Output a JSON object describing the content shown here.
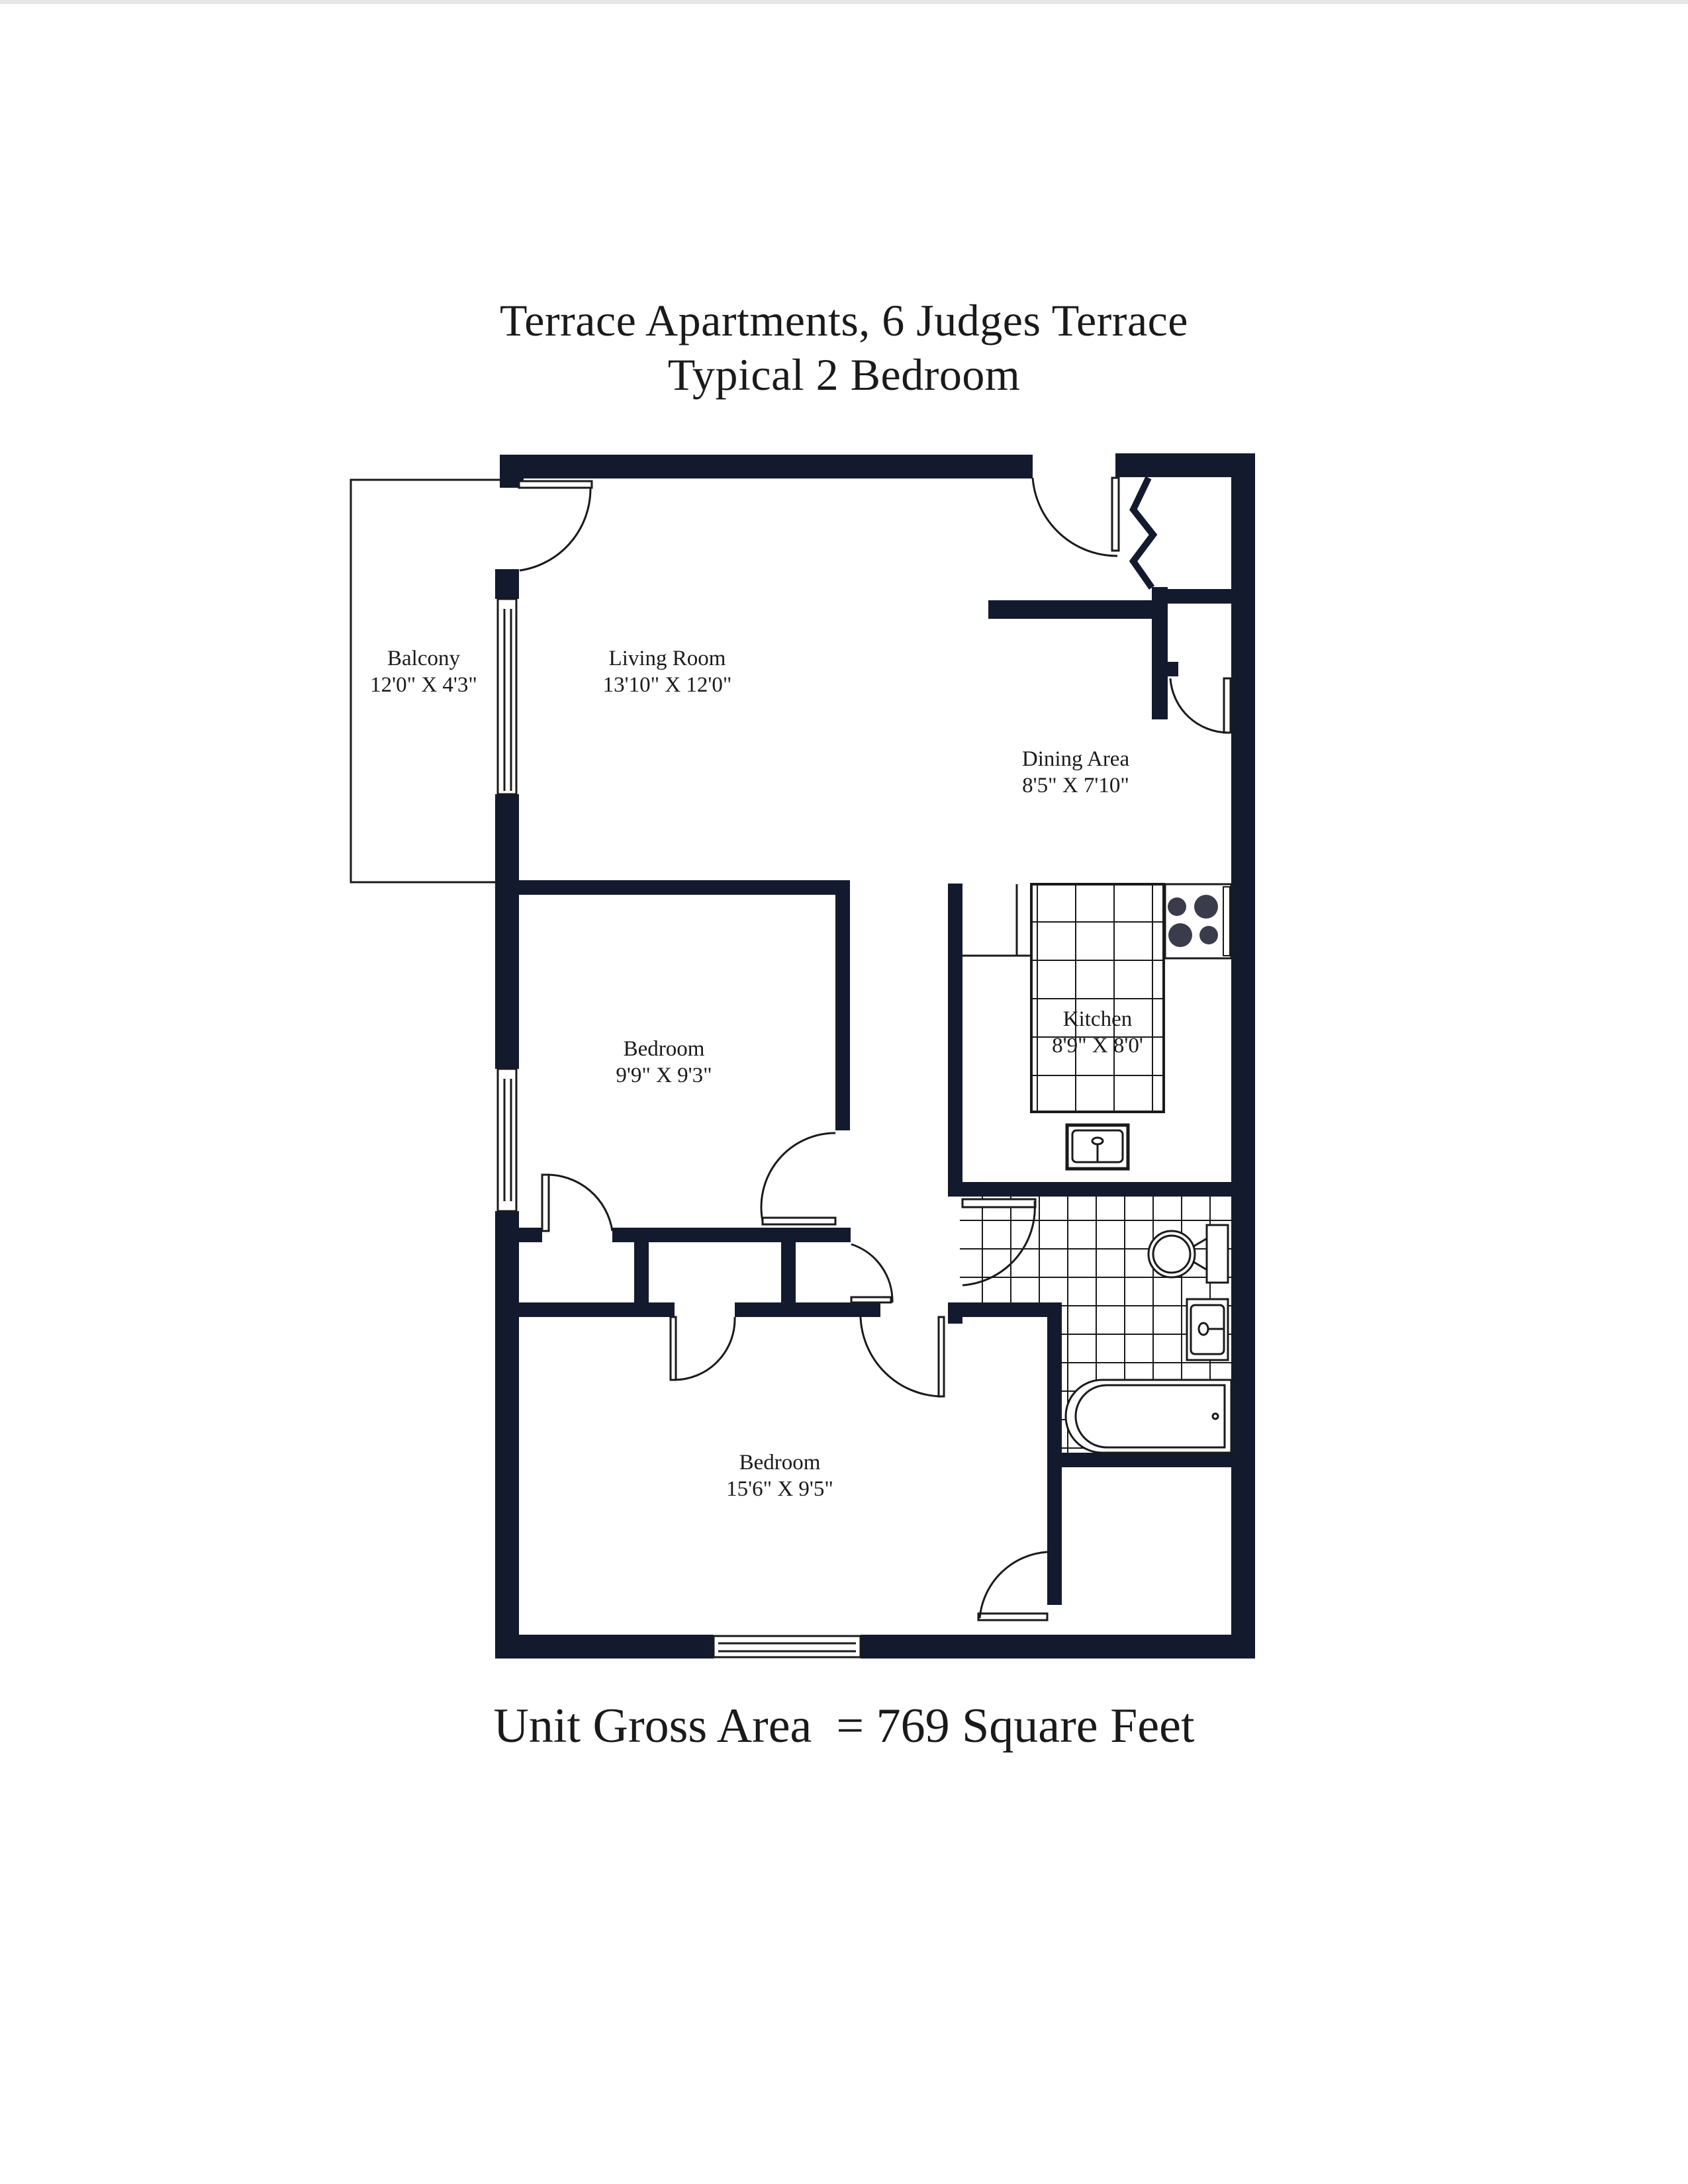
{
  "document": {
    "title_line1": "Terrace Apartments, 6 Judges Terrace",
    "title_line2": "Typical 2 Bedroom",
    "footer": {
      "label": "Unit Gross Area",
      "equals": "=",
      "value": "769",
      "unit": "Square Feet"
    },
    "colors": {
      "wall": "#141a2e",
      "line": "#1a1a1a",
      "background": "#ffffff",
      "stove_burner": "#3a3c4c"
    }
  },
  "rooms": [
    {
      "id": "balcony",
      "name": "Balcony",
      "dimensions": "12'0\" X 4'3\""
    },
    {
      "id": "living-room",
      "name": "Living Room",
      "dimensions": "13'10\" X 12'0\""
    },
    {
      "id": "dining-area",
      "name": "Dining Area",
      "dimensions": "8'5\" X 7'10\""
    },
    {
      "id": "kitchen",
      "name": "Kitchen",
      "dimensions": "8'9\" X 8'0'"
    },
    {
      "id": "bedroom-1",
      "name": "Bedroom",
      "dimensions": "9'9\" X 9'3\""
    },
    {
      "id": "bedroom-2",
      "name": "Bedroom",
      "dimensions": "15'6\" X 9'5\""
    }
  ],
  "fixtures": [
    "door-swing-icon",
    "bifold-door-icon",
    "window-icon",
    "stove-icon",
    "kitchen-sink-icon",
    "toilet-icon",
    "bathroom-sink-icon",
    "bathtub-icon",
    "tile-grid"
  ]
}
